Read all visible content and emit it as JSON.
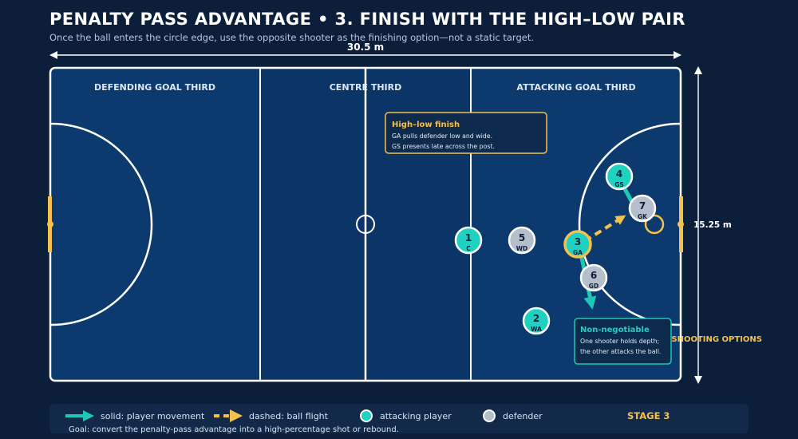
{
  "header": {
    "title": "PENALTY PASS ADVANTAGE • 3. FINISH WITH THE HIGH–LOW PAIR",
    "subtitle": "Once the ball enters the circle edge, use the opposite shooter as the finishing option—not a static target."
  },
  "court": {
    "width_label": "30.5 m",
    "length_label": "15.25 m",
    "thirds": [
      "DEFENDING GOAL THIRD",
      "CENTRE THIRD",
      "ATTACKING GOAL THIRD"
    ],
    "side_label": "SHOOTING OPTIONS"
  },
  "players": [
    {
      "number": "1",
      "position": "C",
      "team": "attack"
    },
    {
      "number": "5",
      "position": "WD",
      "team": "defence"
    },
    {
      "number": "3",
      "position": "GA",
      "team": "attack",
      "has_ball": true
    },
    {
      "number": "4",
      "position": "GS",
      "team": "attack"
    },
    {
      "number": "7",
      "position": "GK",
      "team": "defence"
    },
    {
      "number": "6",
      "position": "GD",
      "team": "defence"
    },
    {
      "number": "2",
      "position": "WA",
      "team": "attack"
    }
  ],
  "callouts": {
    "high_low": {
      "title": "High–low finish",
      "line1": "GA pulls defender low and wide.",
      "line2": "GS presents late across the post."
    },
    "non_negotiable": {
      "title": "Non-negotiable",
      "line1": "One shooter holds depth;",
      "line2": "the other attacks the ball."
    }
  },
  "legend": {
    "movement": "solid: player movement",
    "ball": "dashed: ball flight",
    "attacker": "attacking player",
    "defender": "defender",
    "stage": "STAGE 3",
    "goal": "Goal: convert the penalty-pass advantage into a high-percentage shot or rebound."
  },
  "colors": {
    "background": "#0b1e3a",
    "court": "#0d3a6e",
    "attacker": "#1ed1c0",
    "defender": "#b5bfcc",
    "ball": "#f4c04e",
    "movement": "#1ec8b6"
  }
}
